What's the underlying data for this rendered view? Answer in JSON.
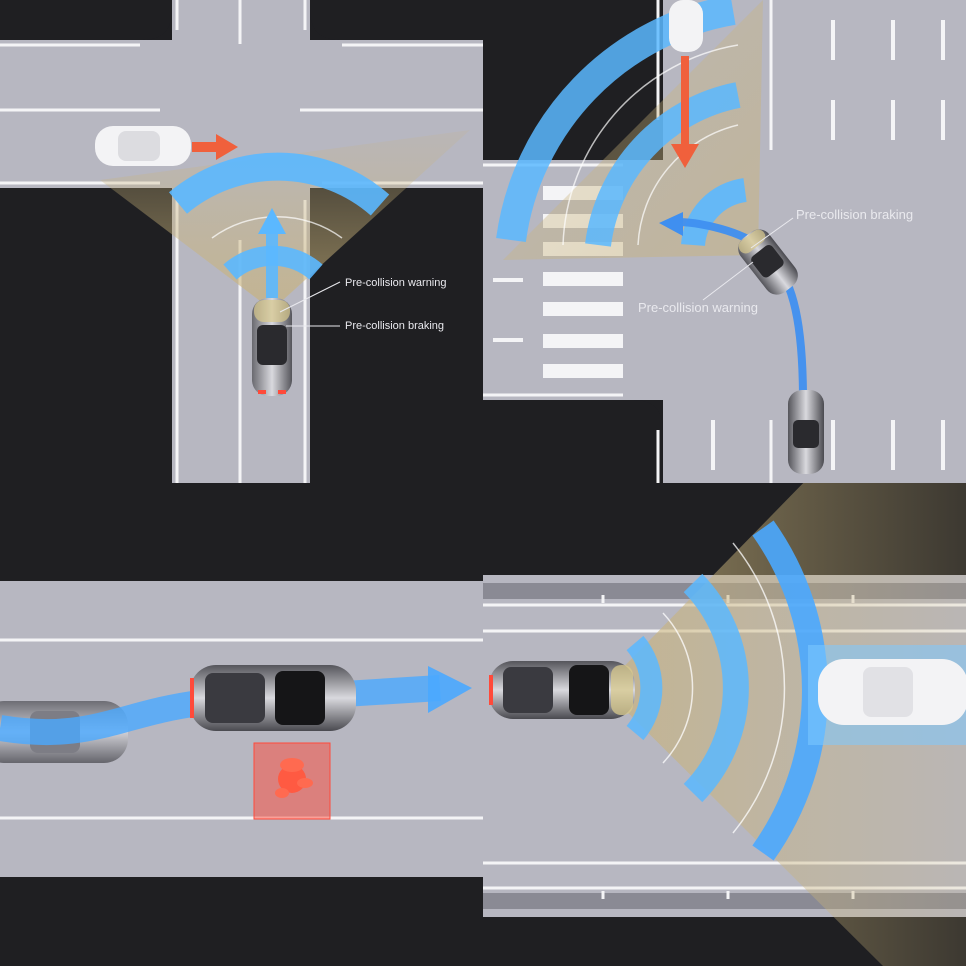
{
  "labels": {
    "warning": "Pre-collision warning",
    "braking": "Pre-collision braking"
  },
  "colors": {
    "road": "#b7b7c1",
    "background": "#1f1f22",
    "lane_marking": "#f4f4f6",
    "radar_blue": "#5bb8ff",
    "sensor_cone": "#c9b37a",
    "alert_red": "#ff4a3a",
    "arrow_orange": "#f0603c"
  },
  "icons": [
    "host-car",
    "other-car",
    "pedestrian",
    "radar-wave",
    "direction-arrow",
    "crosswalk"
  ]
}
